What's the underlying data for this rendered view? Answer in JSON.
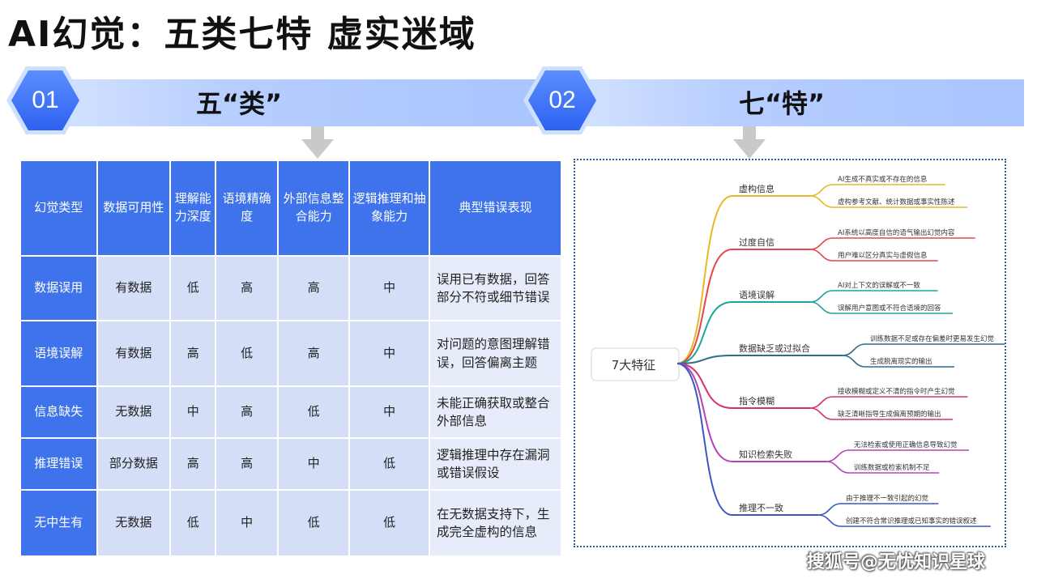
{
  "title": "AI幻觉：五类七特 虚实迷域",
  "sections": [
    {
      "number": "01",
      "label": "五“类”"
    },
    {
      "number": "02",
      "label": "七“特”"
    }
  ],
  "table": {
    "headers": [
      "幻觉类型",
      "数据可用性",
      "理解能力深度",
      "语境精确度",
      "外部信息整合能力",
      "逻辑推理和抽象能力",
      "典型错误表现"
    ],
    "rows": [
      {
        "type": "数据误用",
        "data": "有数据",
        "understanding": "低",
        "context": "高",
        "integration": "高",
        "reasoning": "中",
        "error": "误用已有数据，回答部分不符或细节错误"
      },
      {
        "type": "语境误解",
        "data": "有数据",
        "understanding": "高",
        "context": "低",
        "integration": "高",
        "reasoning": "中",
        "error": "对问题的意图理解错误，回答偏离主题"
      },
      {
        "type": "信息缺失",
        "data": "无数据",
        "understanding": "中",
        "context": "高",
        "integration": "低",
        "reasoning": "中",
        "error": "未能正确获取或整合外部信息"
      },
      {
        "type": "推理错误",
        "data": "部分数据",
        "understanding": "高",
        "context": "高",
        "integration": "中",
        "reasoning": "低",
        "error": "逻辑推理中存在漏洞或错误假设"
      },
      {
        "type": "无中生有",
        "data": "无数据",
        "understanding": "低",
        "context": "中",
        "integration": "低",
        "reasoning": "低",
        "error": "在无数据支持下，生成完全虚构的信息"
      }
    ]
  },
  "mindmap": {
    "root": "7大特征",
    "branches": [
      {
        "label": "虚构信息",
        "color": "#e8b829",
        "children": [
          "AI生成不真实或不存在的信息",
          "虚构参考文献、统计数据或事实性陈述"
        ]
      },
      {
        "label": "过度自信",
        "color": "#e8444a",
        "children": [
          "AI系统以高度自信的语气输出幻觉内容",
          "用户难以区分真实与虚假信息"
        ]
      },
      {
        "label": "语境误解",
        "color": "#1fa39a",
        "children": [
          "AI对上下文的误解或不一致",
          "误解用户意图或不符合语境的回答"
        ]
      },
      {
        "label": "数据缺乏或过拟合",
        "color": "#2e6b8c",
        "children": [
          "训练数据不足或存在偏差时更易发生幻觉",
          "生成脱离现实的输出"
        ]
      },
      {
        "label": "指令模糊",
        "color": "#d8306e",
        "children": [
          "接收模糊或定义不清的指令时产生幻觉",
          "缺乏清晰指导生成偏离预期的输出"
        ]
      },
      {
        "label": "知识检索失败",
        "color": "#b842b5",
        "children": [
          "无法检索或使用正确信息导致幻觉",
          "训练数据或检索机制不足"
        ]
      },
      {
        "label": "推理不一致",
        "color": "#3a58c4",
        "children": [
          "由于推理不一致引起的幻觉",
          "创建不符合常识推理或已知事实的错误叙述"
        ]
      }
    ]
  },
  "watermark": "搜狐号@无忧知识星球"
}
